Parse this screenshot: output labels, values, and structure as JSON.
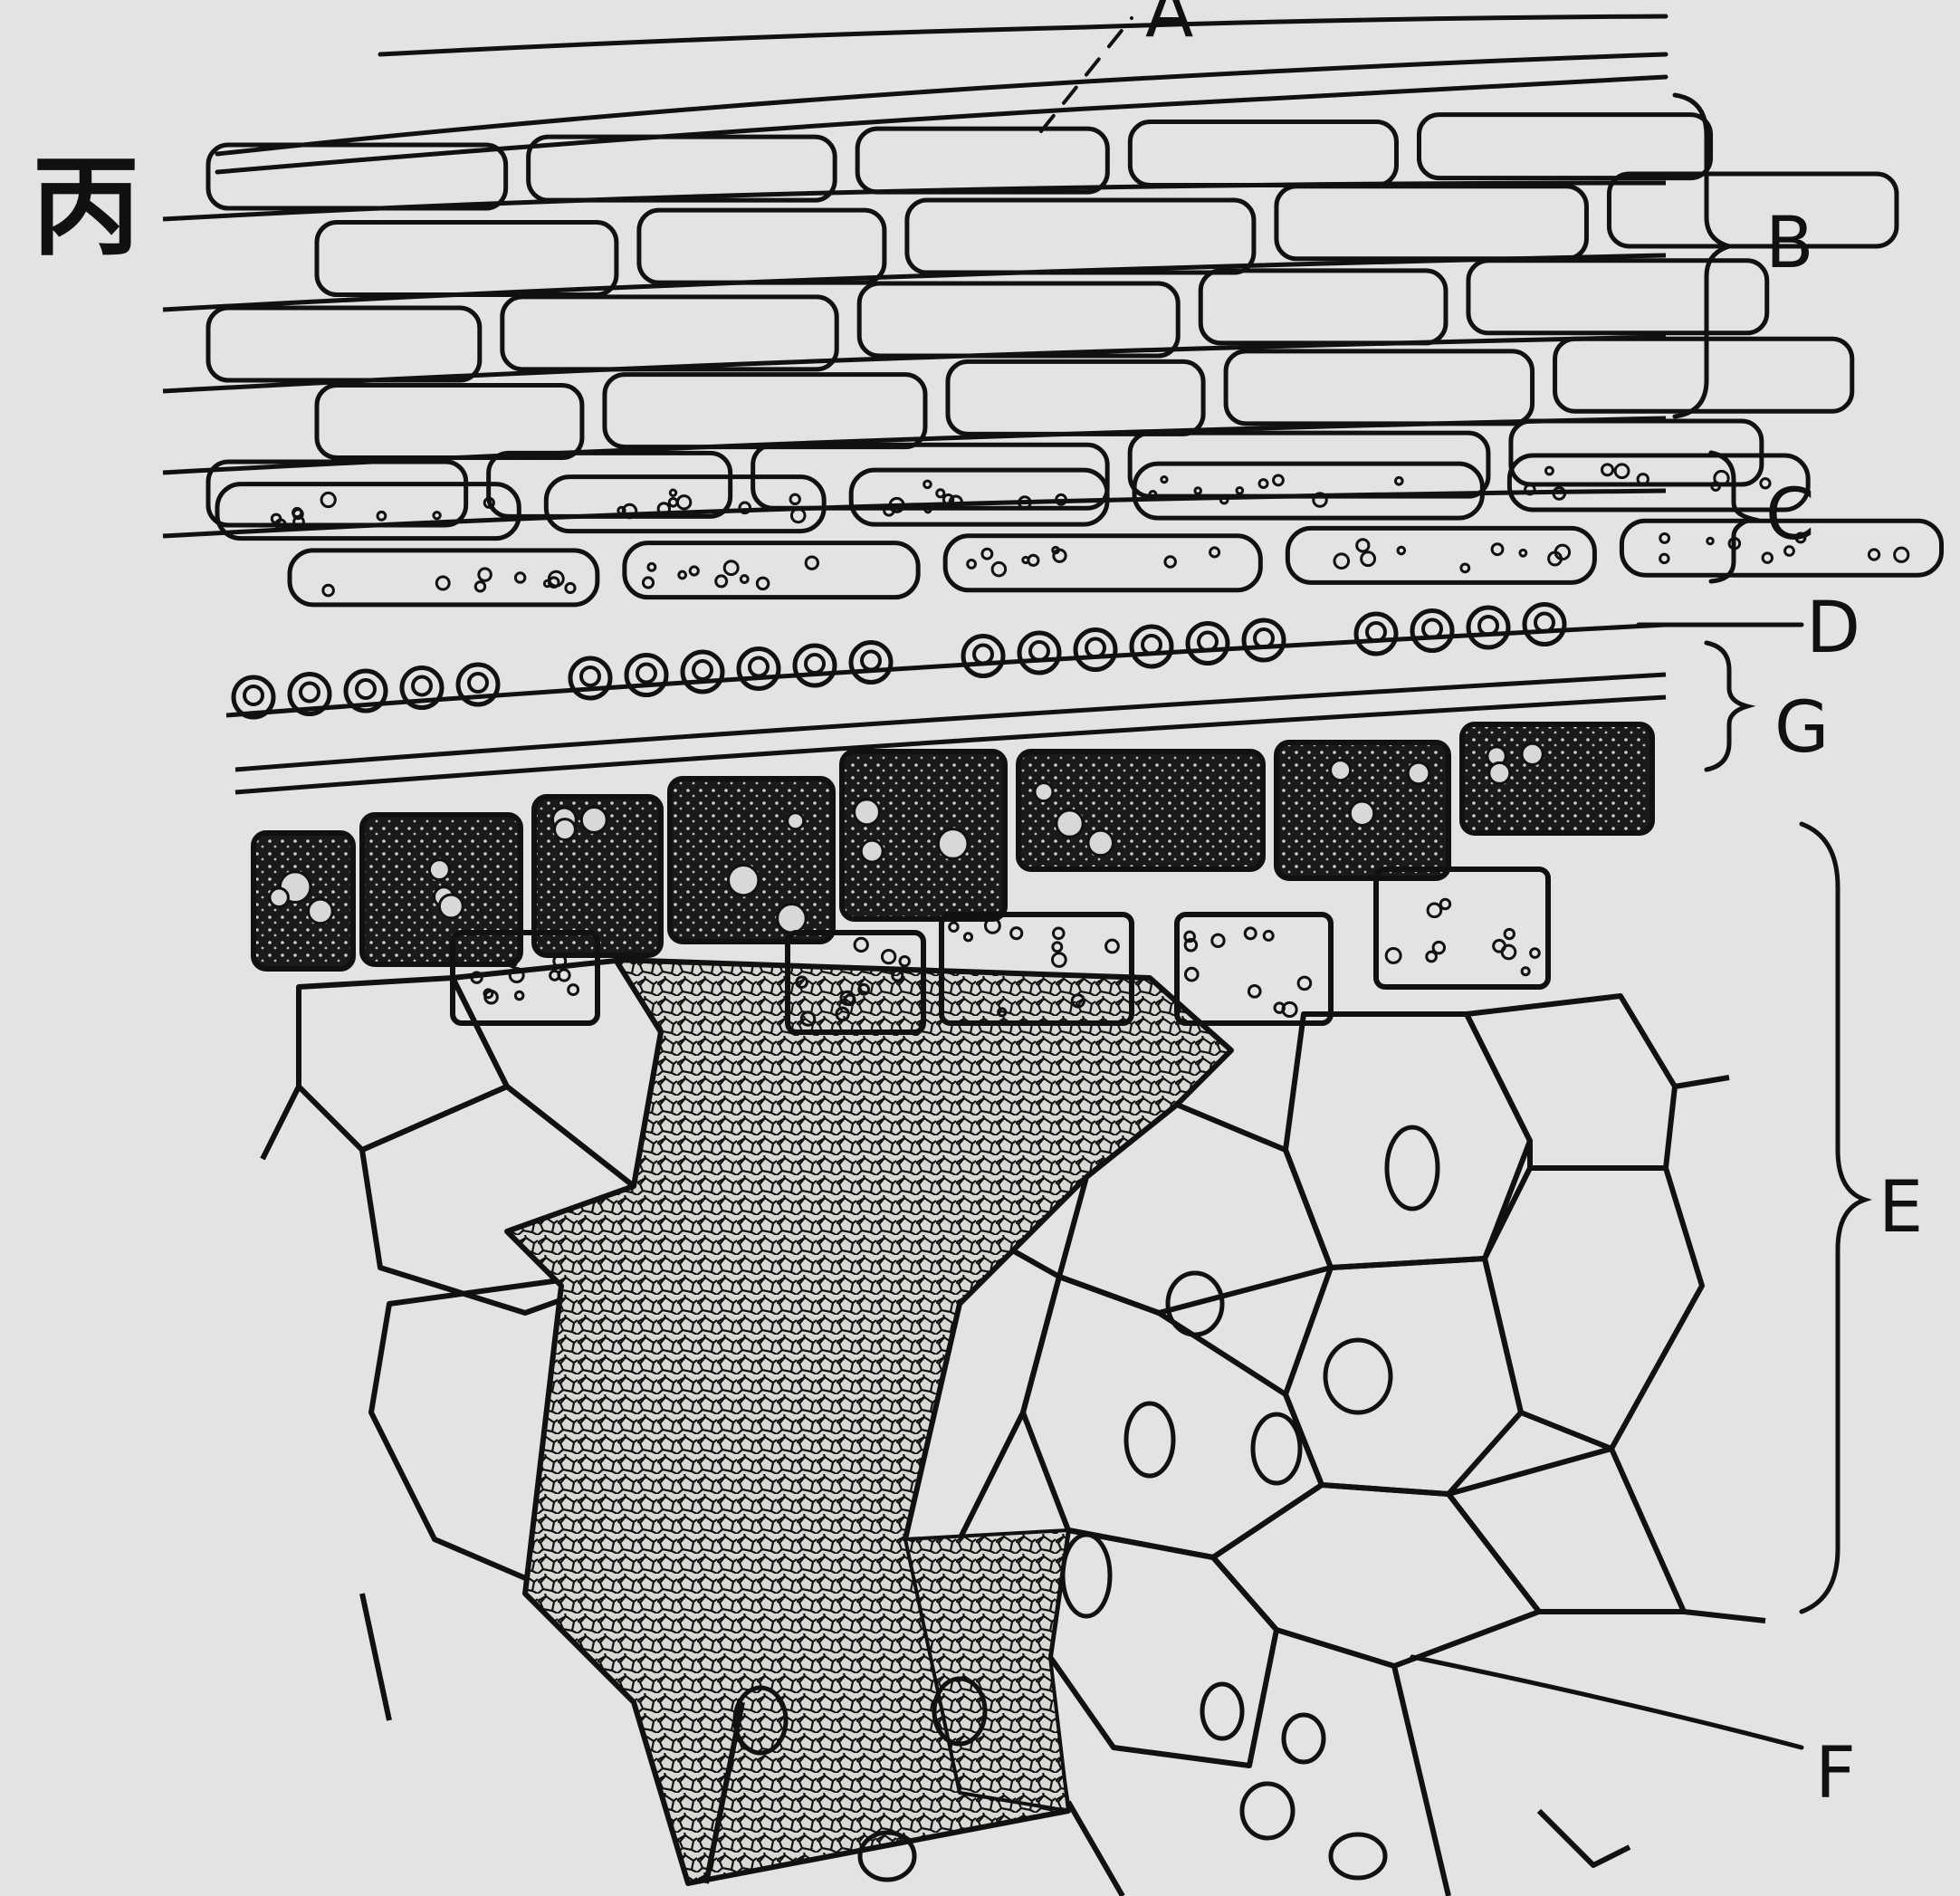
{
  "figure": {
    "panel_mark": "丙",
    "labels": {
      "A": "A",
      "B": "B",
      "C": "C",
      "D": "D",
      "G": "G",
      "E": "E",
      "F": "F"
    }
  },
  "colors": {
    "background": "#e4e3e1",
    "ink": "#111111"
  }
}
